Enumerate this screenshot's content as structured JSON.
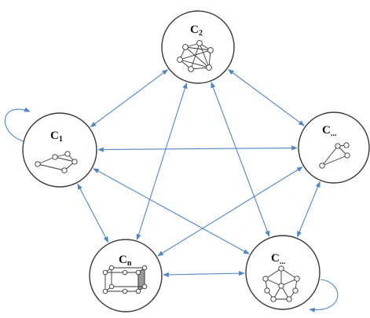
{
  "clusters": [
    {
      "id": "c2",
      "base": "C",
      "subscript": "2"
    },
    {
      "id": "c1",
      "base": "C",
      "subscript": "1"
    },
    {
      "id": "cr",
      "base": "C",
      "subscript": "..."
    },
    {
      "id": "cn",
      "base": "C",
      "subscript": "n"
    },
    {
      "id": "cbr",
      "base": "C",
      "subscript": "..."
    }
  ],
  "connections": [
    [
      "c2",
      "c1"
    ],
    [
      "c2",
      "cr"
    ],
    [
      "c2",
      "cn"
    ],
    [
      "c2",
      "cbr"
    ],
    [
      "c1",
      "cr"
    ],
    [
      "c1",
      "cn"
    ],
    [
      "c1",
      "cbr"
    ],
    [
      "cr",
      "cn"
    ],
    [
      "cr",
      "cbr"
    ],
    [
      "cn",
      "cbr"
    ]
  ],
  "self_loops": [
    "c1",
    "cbr"
  ],
  "colors": {
    "edge": "#4f86c6",
    "node_outline": "#3a3a3a"
  }
}
